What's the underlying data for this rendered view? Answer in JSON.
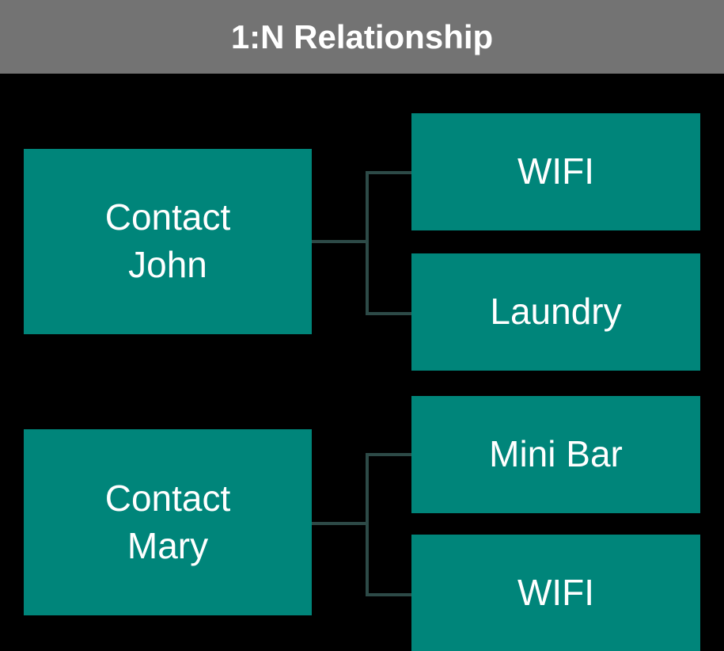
{
  "header": {
    "title": "1:N Relationship",
    "background_color": "#737373",
    "text_color": "#ffffff"
  },
  "canvas": {
    "background_color": "#000000",
    "node_color": "#00857a",
    "connector_color": "#2d4a47"
  },
  "diagram": {
    "type": "one-to-many-relationship",
    "groups": [
      {
        "parent": {
          "label": "Contact\nJohn",
          "name": "Contact John"
        },
        "children": [
          {
            "label": "WIFI"
          },
          {
            "label": "Laundry"
          }
        ]
      },
      {
        "parent": {
          "label": "Contact\nMary",
          "name": "Contact Mary"
        },
        "children": [
          {
            "label": "Mini Bar"
          },
          {
            "label": "WIFI"
          }
        ]
      }
    ]
  }
}
